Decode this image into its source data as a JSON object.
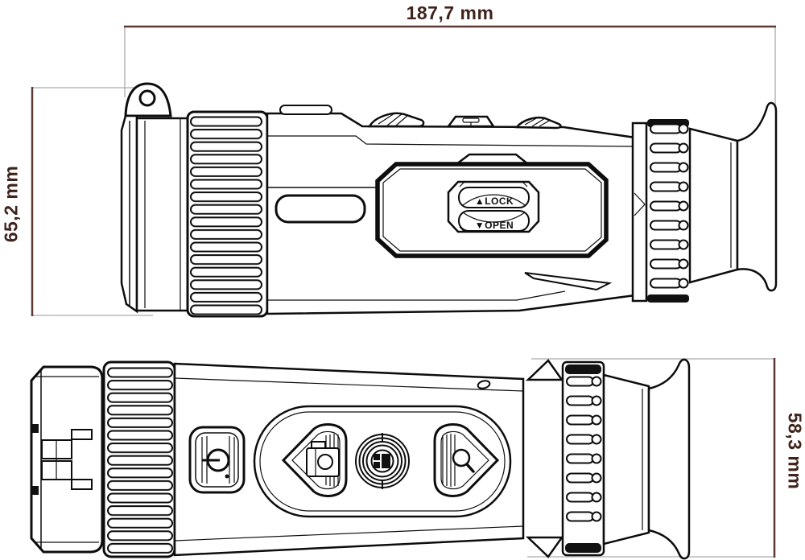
{
  "dimensions": {
    "length": "187,7 mm",
    "height": "65,2 mm",
    "width": "58,3 mm"
  },
  "latch": {
    "lock": "▲LOCK",
    "open": "▼OPEN"
  },
  "colors": {
    "dimension_text": "#40241c",
    "dimension_line": "#5d3a31",
    "extension_line": "#ababab",
    "line_art": "#0d0d0d",
    "background": "#ffffff"
  },
  "icons": {
    "power_button": "power-icon",
    "camera_button": "camera-icon",
    "menu_button": "menu-grid-icon",
    "zoom_button": "magnifier-icon",
    "lanyard_loop": "lanyard-loop-icon",
    "microphone_hole": "mic-hole-icon"
  }
}
